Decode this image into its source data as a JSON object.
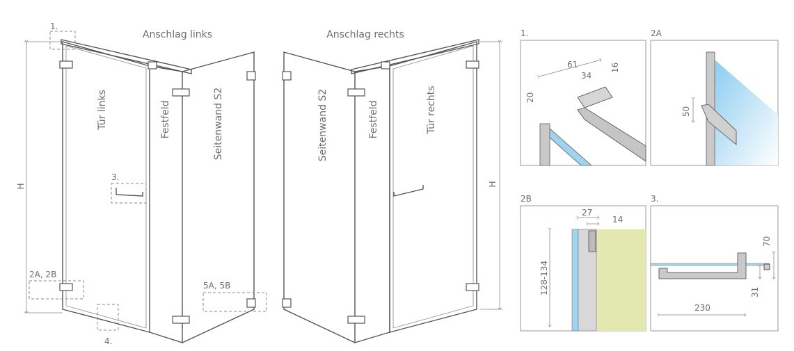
{
  "titles": {
    "left": "Anschlag links",
    "right": "Anschlag rechts"
  },
  "panels": {
    "door_left": "Tür links",
    "door_right": "Tür rechts",
    "fixed": "Festfeld",
    "side": "Seitenwand S2"
  },
  "dimension_height": "H",
  "callouts": {
    "c1": "1.",
    "c2": "2A, 2B",
    "c3": "3.",
    "c4": "4.",
    "c5": "5A, 5B"
  },
  "details": {
    "d1": {
      "label": "1.",
      "dims": [
        "61",
        "34",
        "16",
        "20"
      ]
    },
    "d2a": {
      "label": "2A",
      "dims": [
        "50"
      ]
    },
    "d2b": {
      "label": "2B",
      "dims": [
        "27",
        "14",
        "128-134"
      ]
    },
    "d3": {
      "label": "3.",
      "dims": [
        "70",
        "31",
        "230"
      ]
    }
  },
  "colors": {
    "glass": "#9fd3f0",
    "wall": "#e3e8b0",
    "metal": "#c9c9c9"
  }
}
